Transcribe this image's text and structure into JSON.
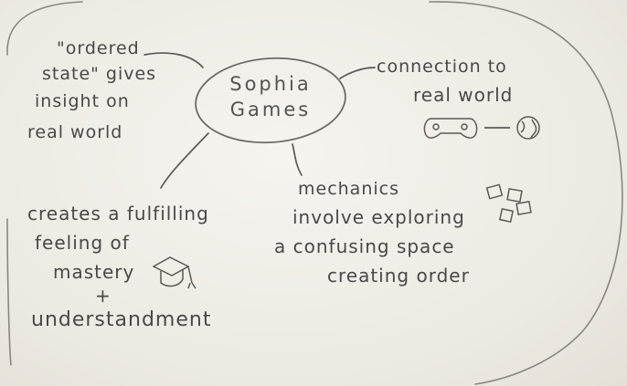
{
  "center": {
    "line1": "Sophia",
    "line2": "Games"
  },
  "top_left": {
    "line1": "\"ordered",
    "line2": "state\" gives",
    "line3": "insight on",
    "line4": "real world"
  },
  "top_right": {
    "line1": "connection to",
    "line2": "real world"
  },
  "bottom_left": {
    "line1": "creates a fulfilling",
    "line2": "feeling of",
    "line3": "mastery",
    "line4": "+",
    "line5": "understandment"
  },
  "bottom_right": {
    "line1": "mechanics",
    "line2": "involve exploring",
    "line3": "a confusing space",
    "line4": "creating order"
  },
  "icons": [
    "game-controller-icon",
    "globe-icon",
    "graduation-cap-icon",
    "puzzle-blocks-icon"
  ]
}
